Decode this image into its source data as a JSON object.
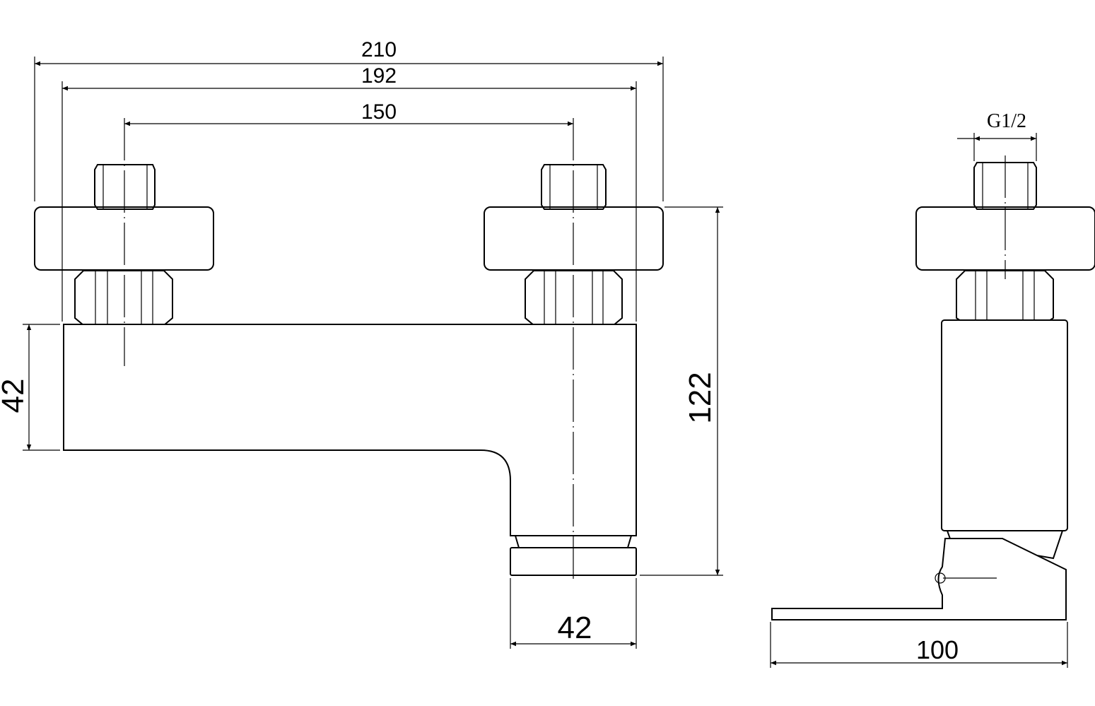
{
  "dimensions": {
    "overall_width": "210",
    "body_width": "192",
    "center_distance": "150",
    "body_height": "42",
    "overall_height": "122",
    "spout_width": "42",
    "depth": "100",
    "thread": "G1/2"
  }
}
